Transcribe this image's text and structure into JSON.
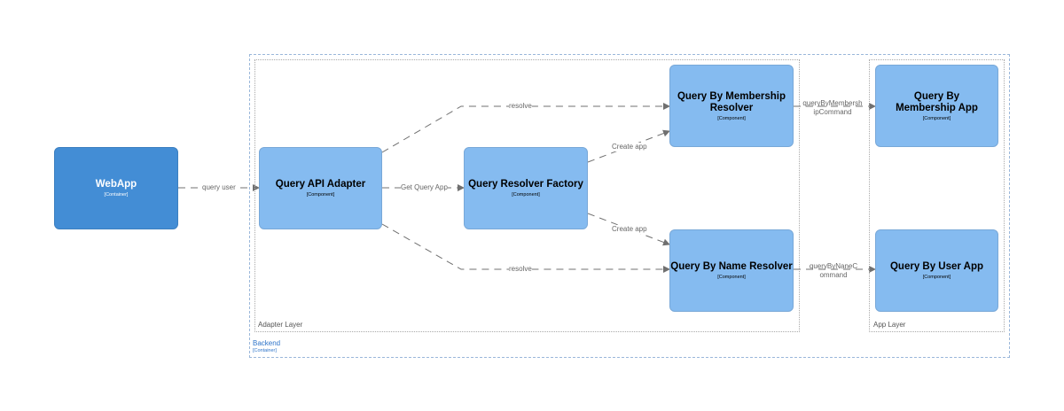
{
  "boundaries": {
    "backend": {
      "label": "Backend",
      "kind": "[Container]"
    },
    "adapter_layer": {
      "label": "Adapter Layer"
    },
    "app_layer": {
      "label": "App Layer"
    }
  },
  "nodes": {
    "webapp": {
      "title": "WebApp",
      "kind": "[Container]"
    },
    "query_api_adapter": {
      "title": "Query API Adapter",
      "kind": "[Component]"
    },
    "query_resolver_factory": {
      "title": "Query Resolver Factory",
      "kind": "[Component]"
    },
    "membership_resolver": {
      "title": "Query By Membership Resolver",
      "kind": "[Component]"
    },
    "name_resolver": {
      "title": "Query By Name Resolver",
      "kind": "[Component]"
    },
    "membership_app": {
      "title": "Query By Membership App",
      "kind": "[Component]"
    },
    "user_app": {
      "title": "Query By User App",
      "kind": "[Component]"
    }
  },
  "edges": {
    "query_user": "query user",
    "get_query_app": "Get Query App",
    "resolve_top": "resolve",
    "resolve_bottom": "resolve",
    "create_app_top": "Create app",
    "create_app_bottom": "Create app",
    "membership_command": "queryByMembershipCommand",
    "name_command": "queryByNaneCommand"
  },
  "colors": {
    "container": "#438dd5",
    "component": "#85bbf0",
    "edge": "#707070",
    "backend_label": "#2e74c9"
  }
}
